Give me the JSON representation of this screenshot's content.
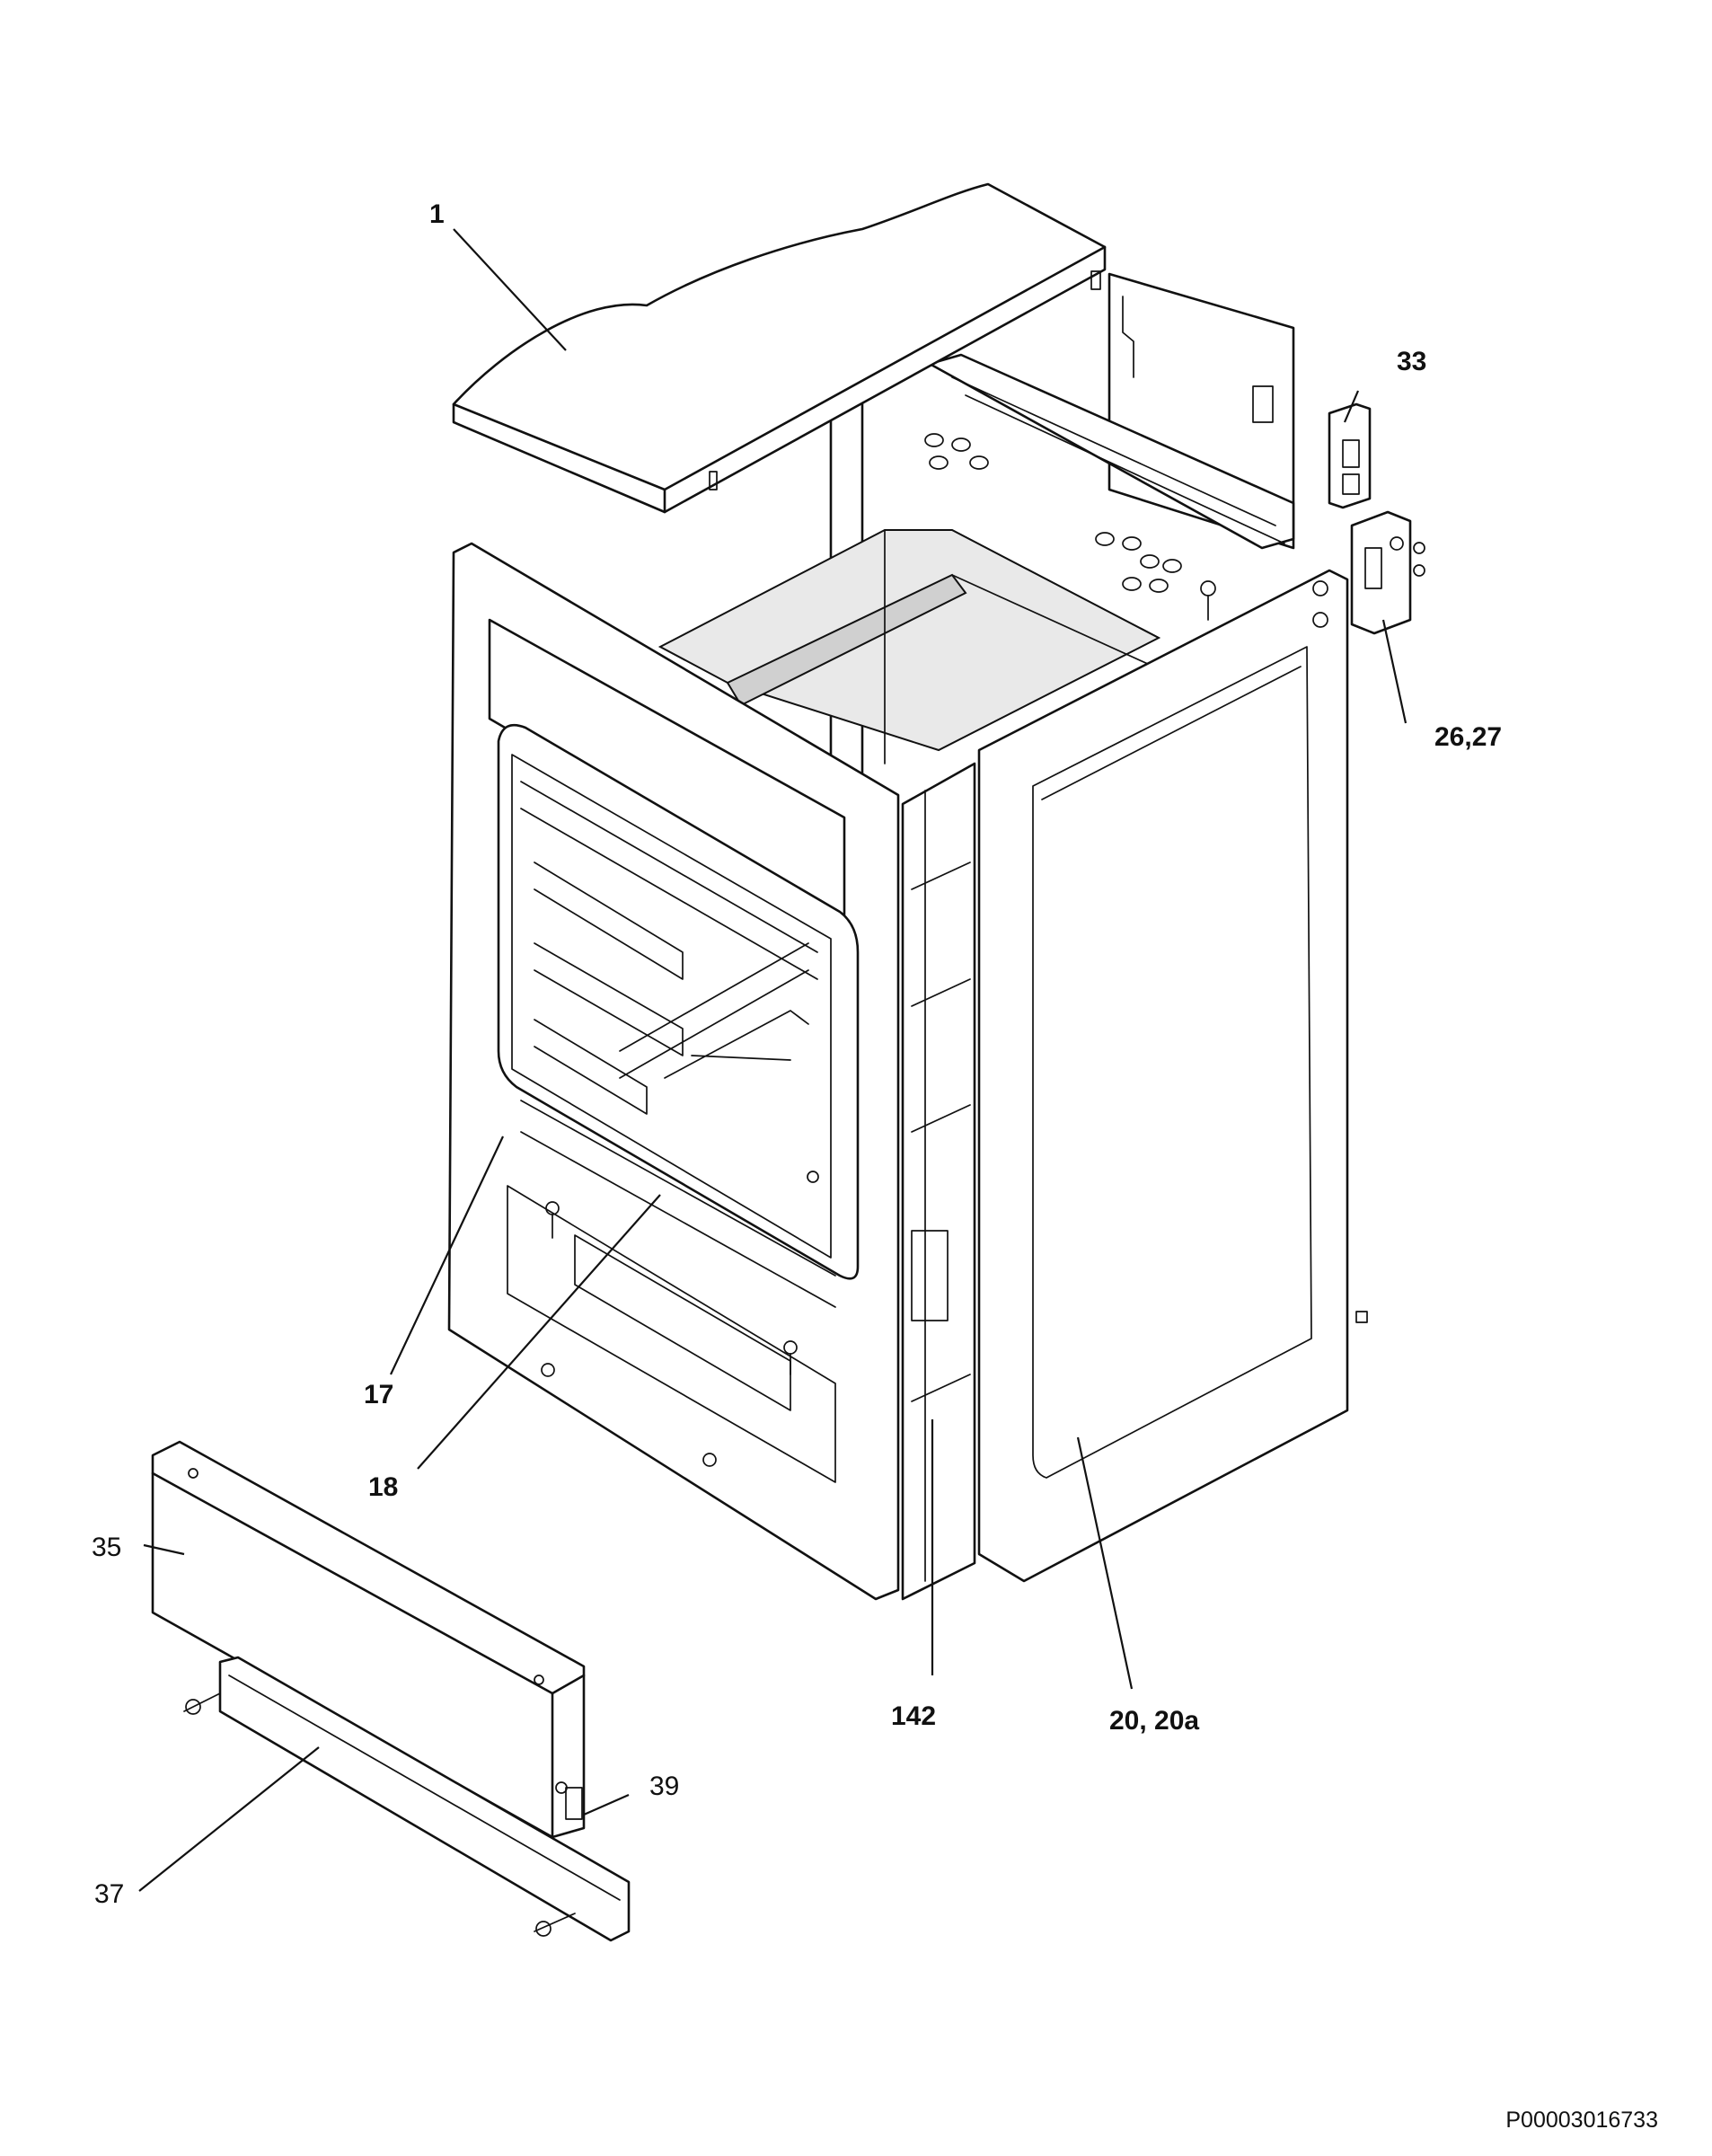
{
  "callouts": [
    {
      "id": "c1",
      "text": "1"
    },
    {
      "id": "c33",
      "text": "33"
    },
    {
      "id": "c2627",
      "text": "26,27"
    },
    {
      "id": "c17",
      "text": "17"
    },
    {
      "id": "c18",
      "text": "18"
    },
    {
      "id": "c35",
      "text": "35"
    },
    {
      "id": "c142",
      "text": "142"
    },
    {
      "id": "c20",
      "text": "20, 20a"
    },
    {
      "id": "c39",
      "text": "39"
    },
    {
      "id": "c37",
      "text": "37"
    }
  ],
  "drawing_code": "P00003016733"
}
